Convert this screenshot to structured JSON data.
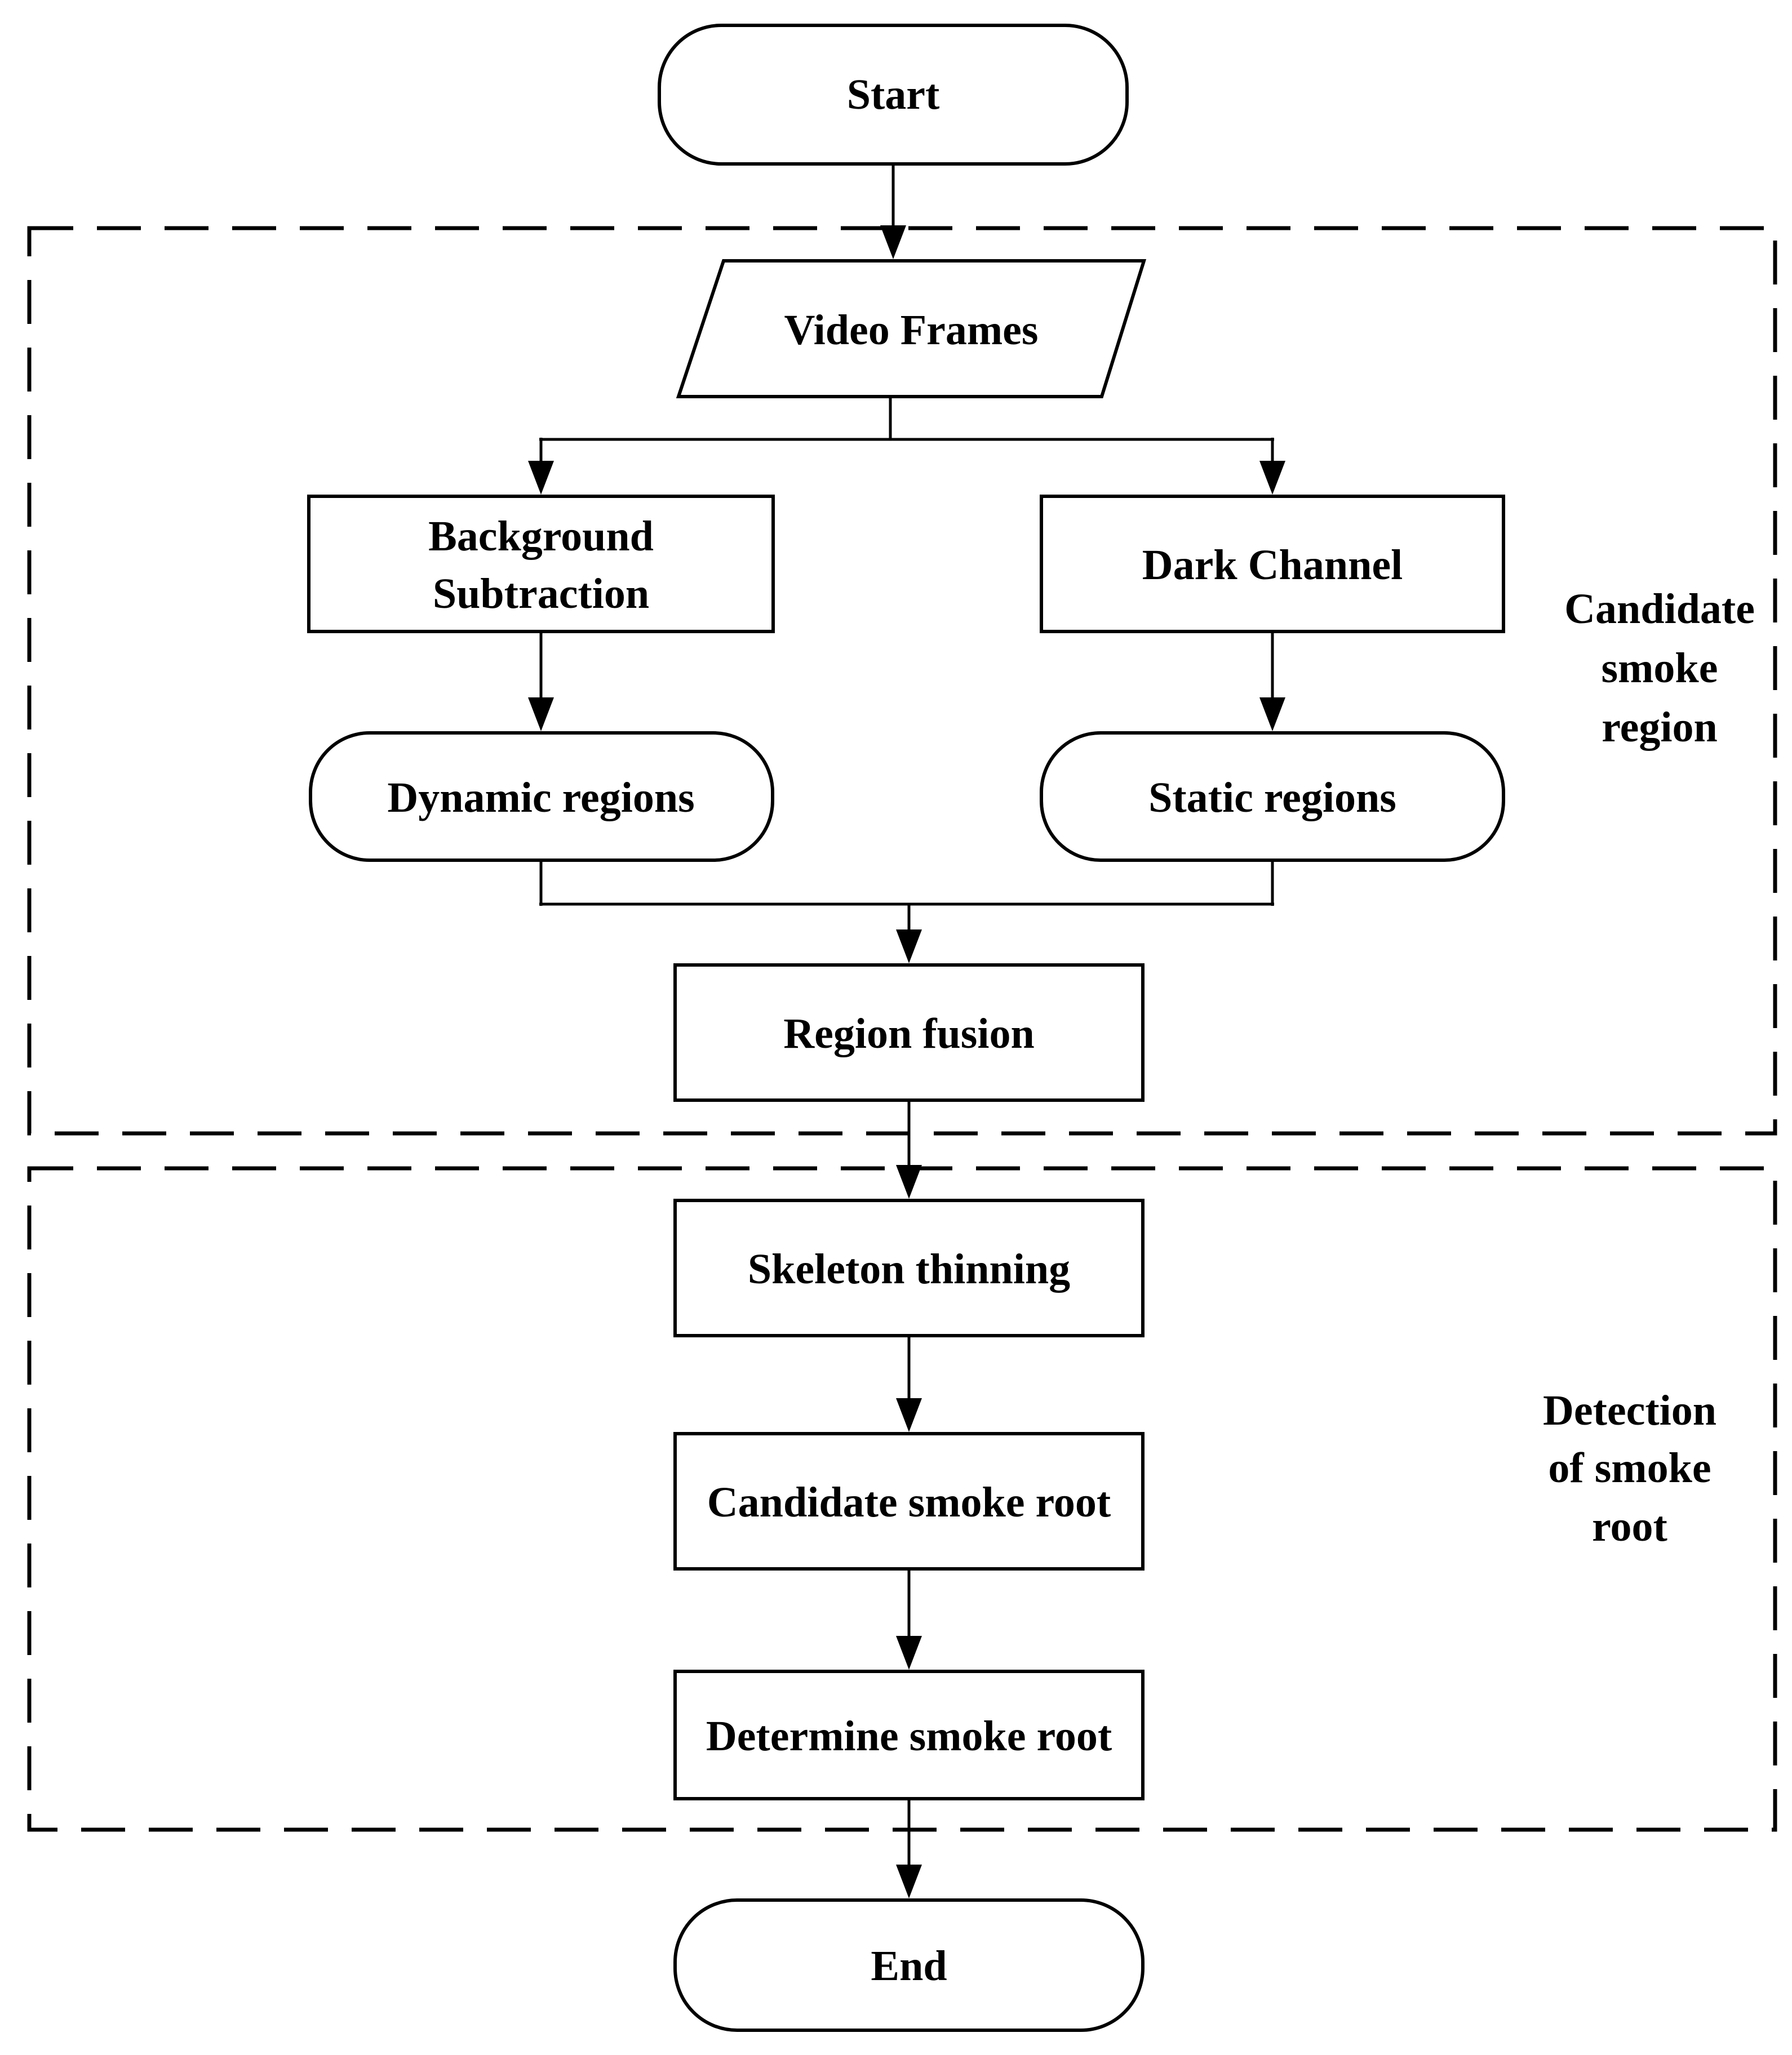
{
  "figure": {
    "type": "flowchart",
    "background_color": "#ffffff",
    "stroke_color": "#000000",
    "text_color": "#000000",
    "nodes": {
      "start": {
        "label": "Start",
        "shape": "terminator"
      },
      "video_frames": {
        "label": "Video Frames",
        "shape": "parallelogram"
      },
      "background_subtraction": {
        "lines": [
          "Background",
          "Subtraction"
        ],
        "shape": "process"
      },
      "dark_channel": {
        "label": "Dark Channel",
        "shape": "process"
      },
      "dynamic_regions": {
        "label": "Dynamic regions",
        "shape": "terminator"
      },
      "static_regions": {
        "label": "Static regions",
        "shape": "terminator"
      },
      "region_fusion": {
        "label": "Region fusion",
        "shape": "process"
      },
      "skeleton_thinning": {
        "label": "Skeleton thinning",
        "shape": "process"
      },
      "candidate_smoke_root": {
        "label": "Candidate smoke root",
        "shape": "process"
      },
      "determine_smoke_root": {
        "label": "Determine smoke root",
        "shape": "process"
      },
      "end": {
        "label": "End",
        "shape": "terminator"
      }
    },
    "groups": {
      "candidate_smoke_region": {
        "label_lines": [
          "Candidate",
          "smoke",
          "region"
        ]
      },
      "detection_of_smoke_root": {
        "label_lines": [
          "Detection",
          "of smoke",
          "root"
        ]
      }
    }
  }
}
